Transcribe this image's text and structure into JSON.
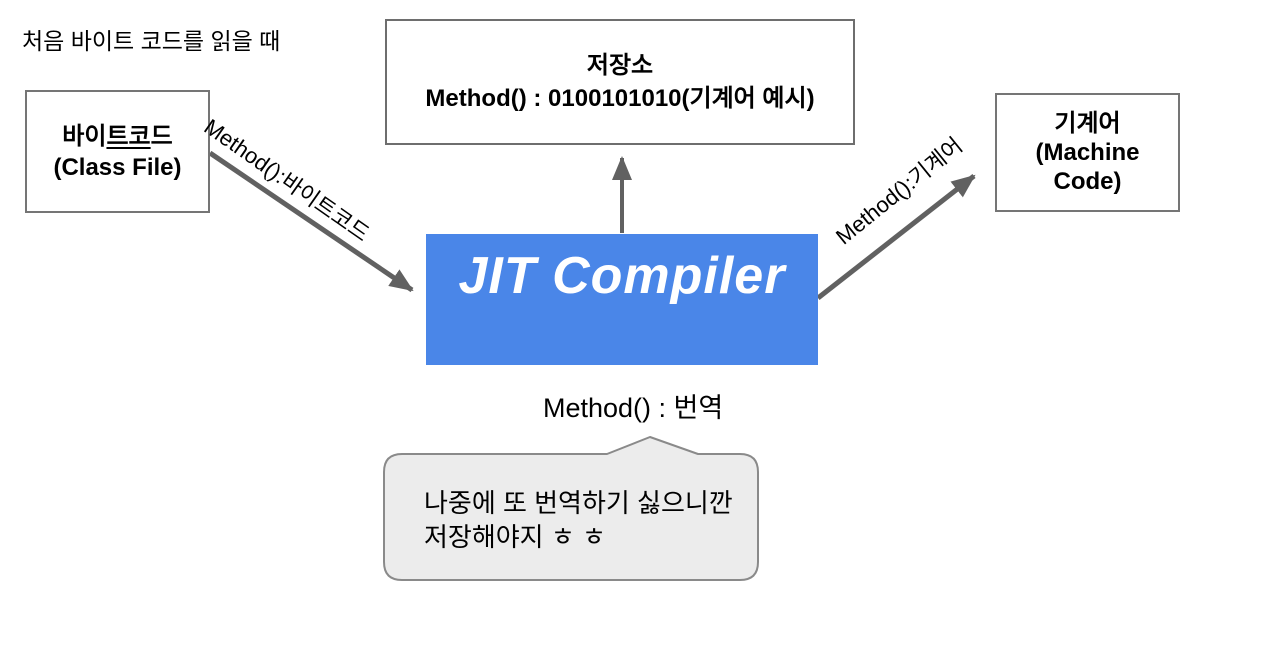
{
  "note": "처음 바이트 코드를 읽을 때",
  "nodes": {
    "bytecode": {
      "title_pre": "바이",
      "title_underlined": "트코",
      "title_post": "드",
      "subtitle": "(Class File)"
    },
    "storage": {
      "title": "저장소",
      "subtitle": "Method() : 0100101010(기계어 예시)"
    },
    "jit": {
      "label": "JIT Compiler"
    },
    "machine": {
      "line1": "기계어",
      "line2": "(Machine",
      "line3": "Code)"
    }
  },
  "edge_labels": {
    "bytecode_to_jit": "Method():바이트코드",
    "jit_to_machine": "Method():기계어",
    "jit_translate": "Method() : 번역"
  },
  "bubble": {
    "line1": "나중에 또 번역하기 싫으니깐",
    "line2": "저장해야지 ㅎ ㅎ"
  },
  "colors": {
    "jit_fill": "#4a86e8",
    "jit_text": "#ffffff",
    "arrow": "#616161",
    "box_border": "#757575",
    "bubble_fill": "#ececec",
    "bubble_border": "#8a8a8a"
  }
}
